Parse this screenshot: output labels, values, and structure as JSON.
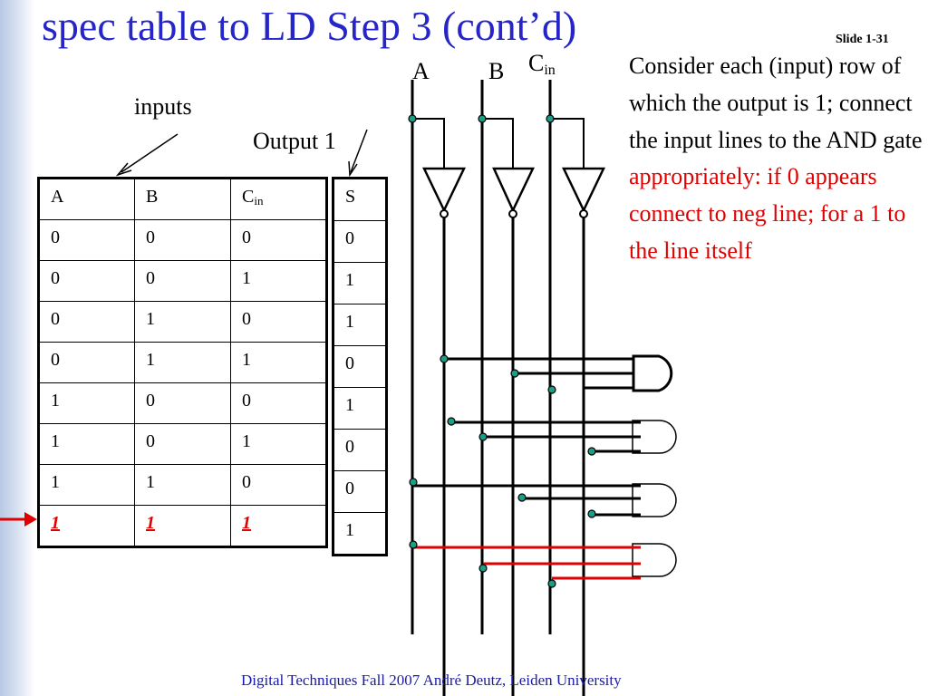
{
  "slide": {
    "title": "spec table to LD Step 3 (cont’d)",
    "number": "Slide 1-31",
    "footer": "Digital Techniques Fall 2007 André Deutz, Leiden University"
  },
  "labels": {
    "inputs": "inputs",
    "output": "Output 1",
    "line_a": "A",
    "line_b": "B",
    "line_c": "C",
    "line_c_sub": "in"
  },
  "note": {
    "black": "Consider each (input) row of which the output is 1; connect the input lines to the AND gate",
    "red": "appropriately: if 0 appears connect to neg line; for  a 1 to the line itself"
  },
  "colors": {
    "title": "#2626c8",
    "highlight": "#e00000",
    "dot": "#1a9e86",
    "footer": "#1a1aa8"
  },
  "truth_table": {
    "input_headers": [
      "A",
      "B",
      "C"
    ],
    "cin_sub": "in",
    "output_header": "S",
    "rows": [
      {
        "a": "0",
        "b": "0",
        "c": "0",
        "s": "0"
      },
      {
        "a": "0",
        "b": "0",
        "c": "1",
        "s": "1"
      },
      {
        "a": "0",
        "b": "1",
        "c": "0",
        "s": "1"
      },
      {
        "a": "0",
        "b": "1",
        "c": "1",
        "s": "0"
      },
      {
        "a": "1",
        "b": "0",
        "c": "0",
        "s": "1"
      },
      {
        "a": "1",
        "b": "0",
        "c": "1",
        "s": "0"
      },
      {
        "a": "1",
        "b": "1",
        "c": "0",
        "s": "0"
      },
      {
        "a": "1",
        "b": "1",
        "c": "1",
        "s": "1"
      }
    ],
    "highlighted_row": 7
  }
}
